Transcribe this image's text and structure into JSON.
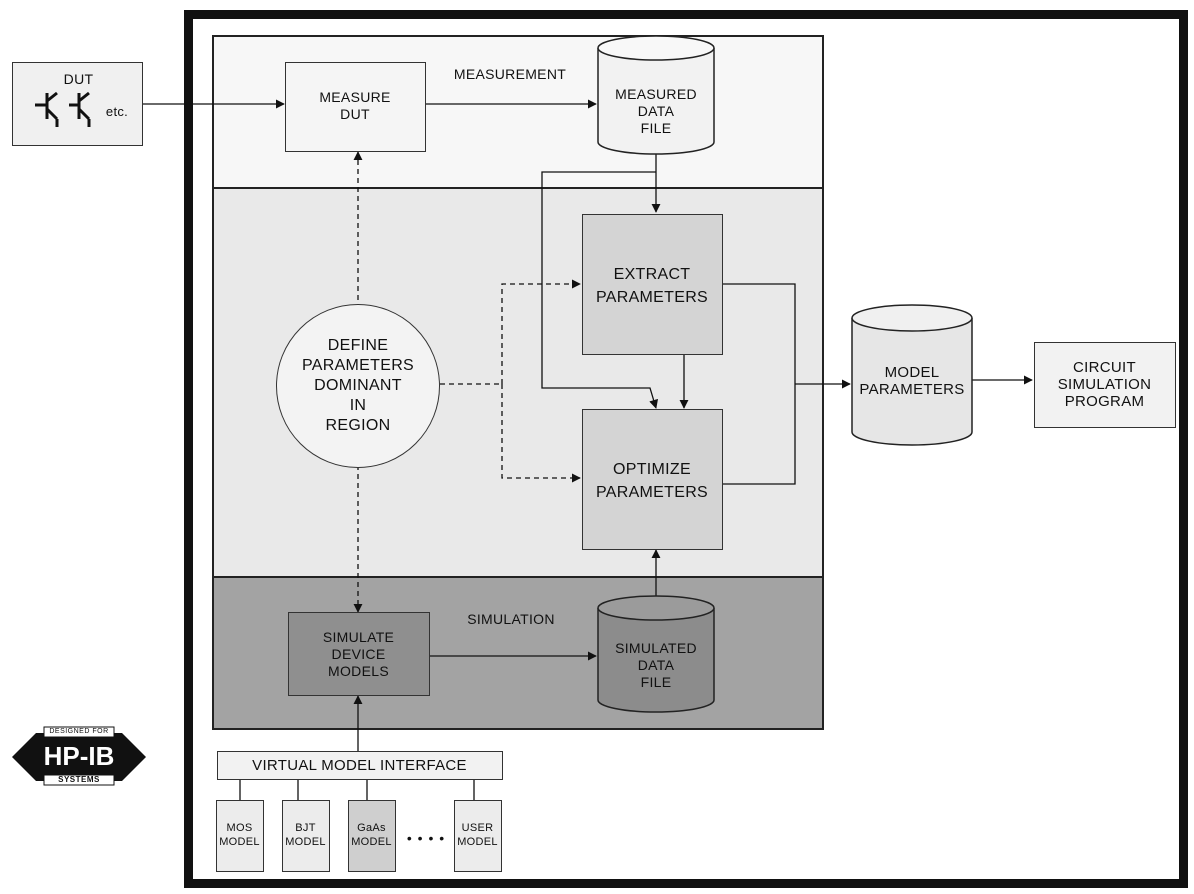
{
  "dut": {
    "title": "DUT",
    "etc_label": "etc."
  },
  "measurement": {
    "section_label": "MEASUREMENT",
    "measure_box": [
      "MEASURE",
      "DUT"
    ],
    "data_file": [
      "MEASURED",
      "DATA",
      "FILE"
    ]
  },
  "extraction": {
    "define_circle": [
      "DEFINE",
      "PARAMETERS",
      "DOMINANT",
      "IN",
      "REGION"
    ],
    "extract_box": [
      "EXTRACT",
      "PARAMETERS"
    ],
    "optimize_box": [
      "OPTIMIZE",
      "PARAMETERS"
    ]
  },
  "output": {
    "model_parameters": [
      "MODEL",
      "PARAMETERS"
    ],
    "circuit_program": [
      "CIRCUIT",
      "SIMULATION",
      "PROGRAM"
    ]
  },
  "simulation": {
    "section_label": "SIMULATION",
    "simulate_box": [
      "SIMULATE",
      "DEVICE",
      "MODELS"
    ],
    "data_file": [
      "SIMULATED",
      "DATA",
      "FILE"
    ]
  },
  "interface": {
    "label": "VIRTUAL MODEL INTERFACE",
    "models": [
      [
        "MOS",
        "MODEL"
      ],
      [
        "BJT",
        "MODEL"
      ],
      [
        "GaAs",
        "MODEL"
      ],
      [
        "USER",
        "MODEL"
      ]
    ],
    "ellipsis": "• • • •"
  },
  "badge": {
    "top_text": "DESIGNED FOR",
    "main_text": "HP-IB",
    "bottom_text": "SYSTEMS"
  },
  "colors": {
    "frame": "#111111",
    "measurement_bg": "#f7f7f7",
    "middle_bg": "#e9e9e9",
    "process_box_bg": "#d4d4d4",
    "simulation_bg": "#a3a3a3",
    "simulation_box_bg": "#8f8f8f"
  }
}
